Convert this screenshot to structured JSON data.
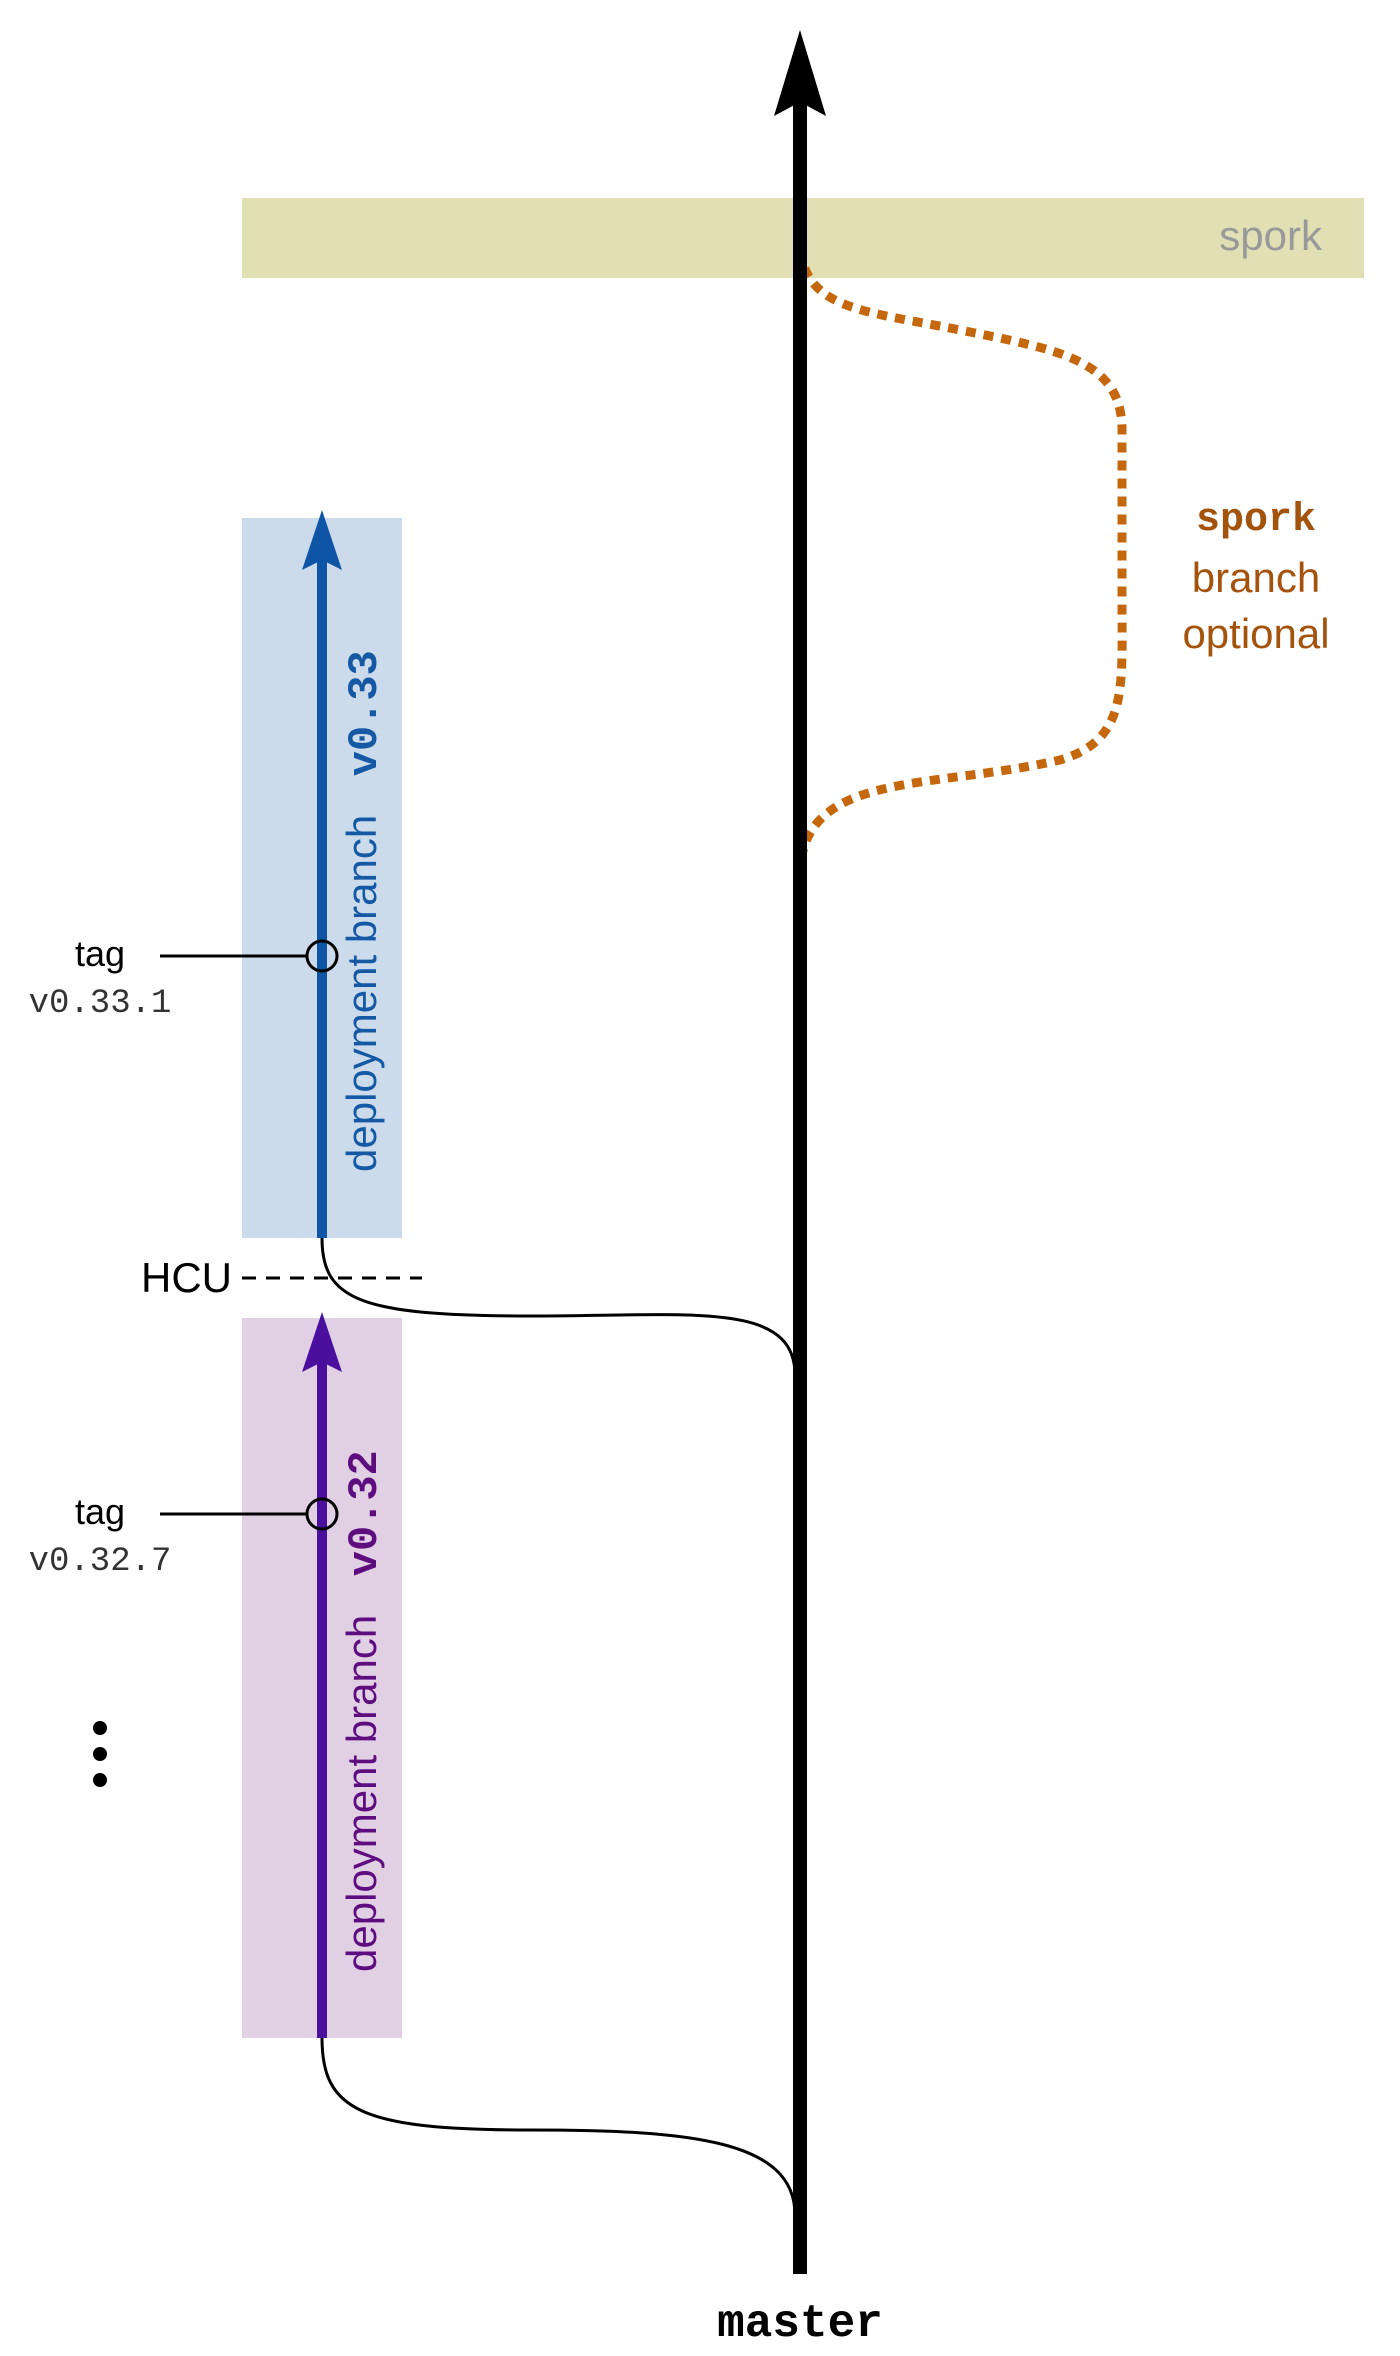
{
  "diagram": {
    "master_label": "master",
    "spork_band_label": "spork",
    "spork_note": {
      "title": "spork",
      "line1": "branch",
      "line2": "optional"
    },
    "hcu_label": "HCU",
    "branches": [
      {
        "id": "v0.33",
        "label_text": "deployment branch",
        "label_version": "v0.33",
        "tag_label": "tag",
        "tag_version": "v0.33.1",
        "color": "#0f55a5",
        "band_color": "#ccdbeb"
      },
      {
        "id": "v0.32",
        "label_text": "deployment branch",
        "label_version": "v0.32",
        "tag_label": "tag",
        "tag_version": "v0.32.7",
        "color": "#4b0f9e",
        "band_color": "#e1cfe4"
      }
    ],
    "ellipsis": "⋮",
    "colors": {
      "master": "#000000",
      "spork_band": "#e1e0b5",
      "spork_band_text": "#999999",
      "spork_path": "#c5680d",
      "spork_text": "#a4530d",
      "v033_label": "#1558a3",
      "v032_label": "#5e0d7f"
    }
  }
}
